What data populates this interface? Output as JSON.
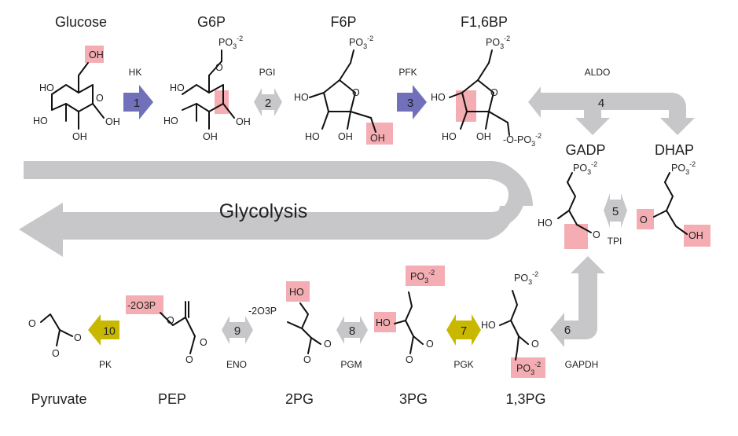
{
  "metabolites": {
    "glucose": "Glucose",
    "g6p": "G6P",
    "f6p": "F6P",
    "f16bp": "F1,6BP",
    "gadp": "GADP",
    "dhap": "DHAP",
    "bpg13": "1,3PG",
    "pg3": "3PG",
    "pg2": "2PG",
    "pep": "PEP",
    "pyruvate": "Pyruvate"
  },
  "enzymes": {
    "hk": "HK",
    "pgi": "PGI",
    "pfk": "PFK",
    "aldo": "ALDO",
    "tpi": "TPI",
    "gapdh": "GAPDH",
    "pgk": "PGK",
    "pgm": "PGM",
    "eno": "ENO",
    "pk": "PK"
  },
  "steps": {
    "s1": "1",
    "s2": "2",
    "s3": "3",
    "s4": "4",
    "s5": "5",
    "s6": "6",
    "s7": "7",
    "s8": "8",
    "s9": "9",
    "s10": "10"
  },
  "pathway_title": "Glycolysis",
  "groups": {
    "oh": "OH",
    "ho": "HO",
    "o": "O",
    "po3": "PO",
    "sub3": "3",
    "sup": "-2",
    "opo3": "-O-PO",
    "o2p": "-2O3P",
    "ominus": "-"
  },
  "colors": {
    "irreversible_blue": "#7170ba",
    "irreversible_yellow": "#c9b800",
    "reversible_gray": "#c7c7c9",
    "highlight_pink": "#f3a9ae"
  }
}
